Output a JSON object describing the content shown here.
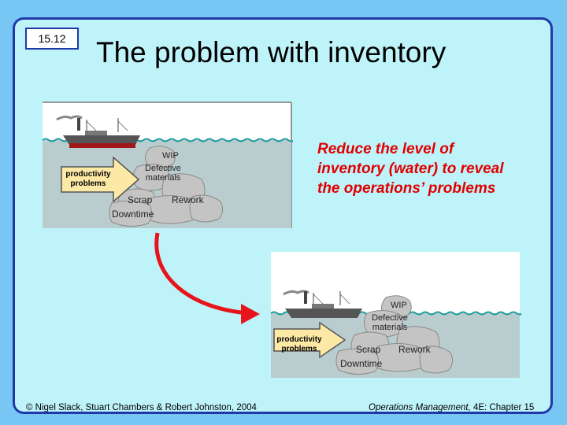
{
  "slide": {
    "number": "15.12",
    "title": "The problem with inventory",
    "caption": "Reduce the level of inventory (water) to reveal the operations’ problems",
    "footer_left": "© Nigel Slack, Stuart Chambers & Robert Johnston, 2004",
    "footer_right_italic": "Operations Management,",
    "footer_right_rest": " 4E: Chapter 15"
  },
  "scene_top": {
    "arrow_label": "productivity problems",
    "rock_labels": [
      "WIP",
      "Defective materials",
      "Scrap",
      "Rework",
      "Downtime"
    ]
  },
  "scene_bottom": {
    "arrow_label": "productivity problems",
    "rock_labels": [
      "WIP",
      "Defective materials",
      "Scrap",
      "Rework",
      "Downtime"
    ]
  },
  "colors": {
    "background": "#78c6f4",
    "panel": "#bff3fa",
    "frame": "#1f3aa8",
    "caption": "#e00000",
    "water": "#b9cdcf",
    "sky": "#ffffff",
    "ship_hull": "#a01818",
    "rock": "#c4c4c4",
    "arrow_fill": "#fde9a6",
    "transition_arrow": "#e8141c"
  }
}
